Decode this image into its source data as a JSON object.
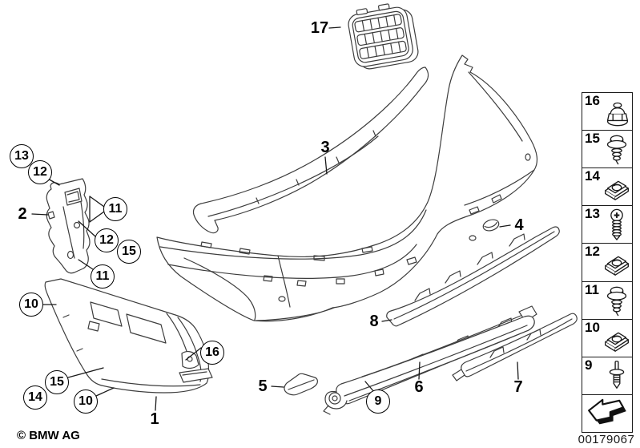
{
  "page": {
    "background": "#ffffff",
    "type": "exploded-parts-diagram",
    "subject": "rear bumper trim"
  },
  "colors": {
    "line": "#3d3d3d",
    "label": "#000000",
    "background": "#ffffff"
  },
  "footer": {
    "copyright": "© BMW AG",
    "diagram_number": "00179067"
  },
  "callouts": [
    {
      "id": "bracket-13",
      "label": "13"
    },
    {
      "id": "bracket-12-upper",
      "label": "12"
    },
    {
      "id": "bracket-11-right",
      "label": "11"
    },
    {
      "id": "bracket-12-mid",
      "label": "12"
    },
    {
      "id": "bracket-15",
      "label": "15"
    },
    {
      "id": "bracket-11-lower",
      "label": "11"
    },
    {
      "id": "corner-10-upper",
      "label": "10"
    },
    {
      "id": "corner-16",
      "label": "16"
    },
    {
      "id": "corner-15",
      "label": "15"
    },
    {
      "id": "corner-14",
      "label": "14"
    },
    {
      "id": "corner-10-lower",
      "label": "10"
    },
    {
      "id": "rivet-9",
      "label": "9"
    },
    {
      "id": "part-2",
      "label": "2"
    },
    {
      "id": "part-17",
      "label": "17"
    },
    {
      "id": "part-3",
      "label": "3"
    },
    {
      "id": "part-4",
      "label": "4"
    },
    {
      "id": "part-8",
      "label": "8"
    },
    {
      "id": "part-5",
      "label": "5"
    },
    {
      "id": "part-6",
      "label": "6"
    },
    {
      "id": "part-7",
      "label": "7"
    },
    {
      "id": "part-1",
      "label": "1"
    }
  ],
  "sidebar": {
    "items": [
      {
        "number": "16",
        "icon": "cap-nut-icon"
      },
      {
        "number": "15",
        "icon": "hex-screw-icon"
      },
      {
        "number": "14",
        "icon": "clip-nut-icon"
      },
      {
        "number": "13",
        "icon": "phillips-screw-icon"
      },
      {
        "number": "12",
        "icon": "clip-nut-icon"
      },
      {
        "number": "11",
        "icon": "hex-screw-icon"
      },
      {
        "number": "10",
        "icon": "clip-nut-icon"
      },
      {
        "number": "9",
        "icon": "expansion-rivet-icon"
      },
      {
        "number": "",
        "icon": "direction-arrow-icon"
      }
    ]
  }
}
